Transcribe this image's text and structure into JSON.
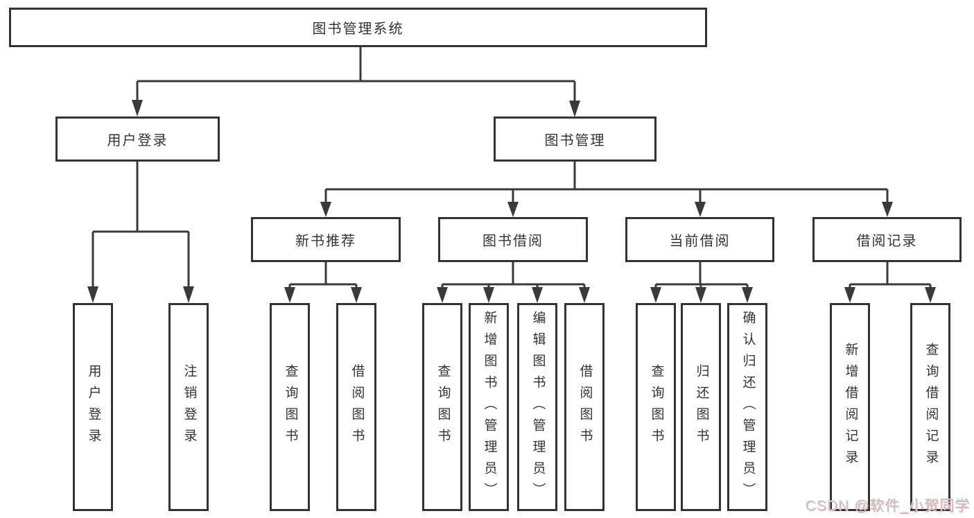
{
  "diagram": {
    "root": {
      "label": "图书管理系统"
    },
    "level2": {
      "user_login": {
        "label": "用户登录"
      },
      "book_management": {
        "label": "图书管理"
      }
    },
    "level3": {
      "new_book_recommend": {
        "label": "新书推荐"
      },
      "book_borrow": {
        "label": "图书借阅"
      },
      "current_borrow": {
        "label": "当前借阅"
      },
      "borrow_records": {
        "label": "借阅记录"
      }
    },
    "leaves": {
      "user_login_group": [
        "用户登录",
        "注销登录"
      ],
      "new_book_group": [
        "查询图书",
        "借阅图书"
      ],
      "book_borrow_group": [
        "查询图书",
        "新增图书（管理员）",
        "编辑图书（管理员）",
        "借阅图书"
      ],
      "current_borrow_group": [
        "查询图书",
        "归还图书",
        "确认归还（管理员）"
      ],
      "records_group": [
        "新增借阅记录",
        "查询借阅记录"
      ]
    },
    "colors": {
      "line": "#3a3a3a",
      "box_border": "#333333",
      "text": "#333333",
      "background": "#ffffff",
      "watermark_text": "#c9c9c9",
      "watermark_shadow": "#eaabab"
    },
    "watermark": "CSDN @软件_小贺同学"
  }
}
